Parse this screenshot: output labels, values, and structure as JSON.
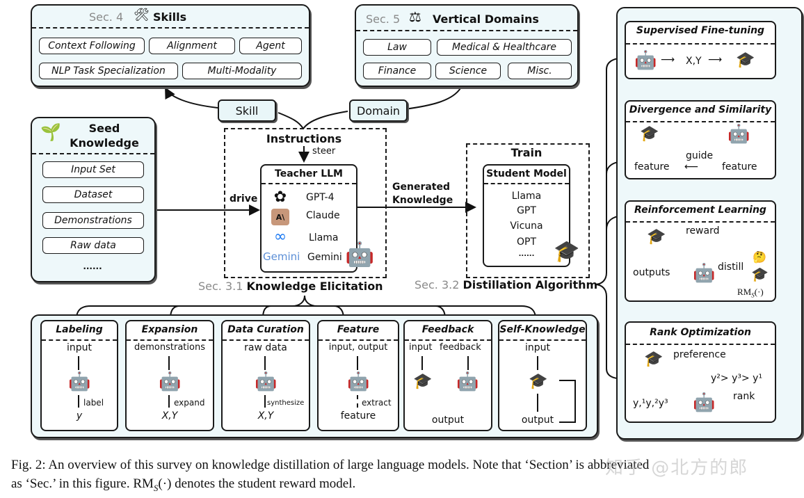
{
  "skills": {
    "section": "Sec. 4",
    "title": "Skills",
    "icon": "tools-icon",
    "items": [
      "Context Following",
      "Alignment",
      "Agent",
      "NLP Task Specialization",
      "Multi-Modality"
    ]
  },
  "domains": {
    "section": "Sec. 5",
    "title": "Vertical Domains",
    "icon": "gavel-books-icon",
    "items": [
      "Law",
      "Medical & Healthcare",
      "Finance",
      "Science",
      "Misc."
    ]
  },
  "connectors": {
    "skill": "Skill",
    "domain": "Domain"
  },
  "seed": {
    "title_line1": "Seed",
    "title_line2": "Knowledge",
    "icon": "sprout-icon",
    "items": [
      "Input Set",
      "Dataset",
      "Demonstrations",
      "Raw data",
      "......"
    ]
  },
  "elicitation": {
    "instructions": "Instructions",
    "steer": "steer",
    "drive": "drive",
    "teacher_title": "Teacher LLM",
    "teachers": [
      {
        "icon": "openai-icon",
        "name": "GPT-4"
      },
      {
        "icon": "anthropic-icon",
        "name": "Claude",
        "logo_text": "A\\"
      },
      {
        "icon": "meta-icon",
        "name": "Llama"
      },
      {
        "icon": "gemini-icon",
        "name": "Gemini",
        "logo_text": "Gemini"
      }
    ],
    "section": "Sec. 3.1",
    "label": "Knowledge Elicitation"
  },
  "generated": {
    "line1": "Generated",
    "line2": "Knowledge"
  },
  "train": {
    "title": "Train",
    "student_title": "Student Model",
    "students": [
      "Llama",
      "GPT",
      "Vicuna",
      "OPT",
      "......"
    ],
    "section": "Sec. 3.2",
    "label": "Distillation Algorithm"
  },
  "methods": [
    {
      "title": "Labeling",
      "top": "input",
      "edge": "label",
      "bottom": "y"
    },
    {
      "title": "Expansion",
      "top": "demonstrations",
      "edge": "expand",
      "bottom": "X,Y"
    },
    {
      "title": "Data Curation",
      "top": "raw data",
      "edge": "synthesize",
      "bottom": "X,Y"
    },
    {
      "title": "Feature",
      "top": "input, output",
      "edge": "extract",
      "bottom": "feature"
    },
    {
      "title": "Feedback",
      "top_left": "input",
      "top_right": "feedback",
      "bottom": "output"
    },
    {
      "title": "Self-Knowledge",
      "top": "input",
      "bottom": "output"
    }
  ],
  "algorithms": {
    "sft": {
      "title": "Supervised Fine-tuning",
      "label": "X,Y"
    },
    "div": {
      "title": "Divergence and Similarity",
      "left": "feature",
      "right": "feature",
      "edge": "guide"
    },
    "rl": {
      "title": "Reinforcement Learning",
      "reward": "reward",
      "outputs": "outputs",
      "distill": "distill",
      "rm": "RM",
      "rm_sub": "S",
      "rm_arg": "(·)"
    },
    "rank": {
      "title": "Rank Optimization",
      "preference": "preference",
      "order": "y²> y³> y¹",
      "samples": "y,¹y,²y³",
      "rank": "rank"
    }
  },
  "caption": {
    "line1": "Fig. 2: An overview of this survey on knowledge distillation of large language models. Note that ‘Section’ is abbreviated",
    "line2_a": "as ‘Sec.’ in this figure. RM",
    "line2_sub": "S",
    "line2_b": "(·) denotes the student reward model."
  },
  "watermark": "知乎 @北方的郎"
}
